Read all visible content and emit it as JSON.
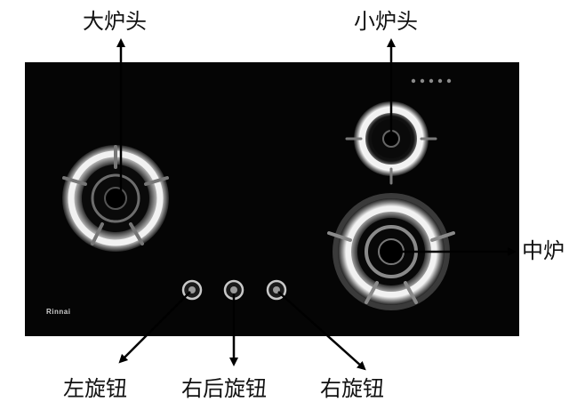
{
  "labels": {
    "large_burner": "大炉头",
    "small_burner": "小炉头",
    "middle_burner": "中炉",
    "left_knob": "左旋钮",
    "right_rear_knob": "右后旋钮",
    "right_knob": "右旋钮"
  },
  "cooktop": {
    "brand_text": "Rinnai",
    "indicator_count": 5
  },
  "colors": {
    "cooktop": "#050505",
    "burner_ring": "#e8e8e8",
    "arrow": "#000000"
  }
}
